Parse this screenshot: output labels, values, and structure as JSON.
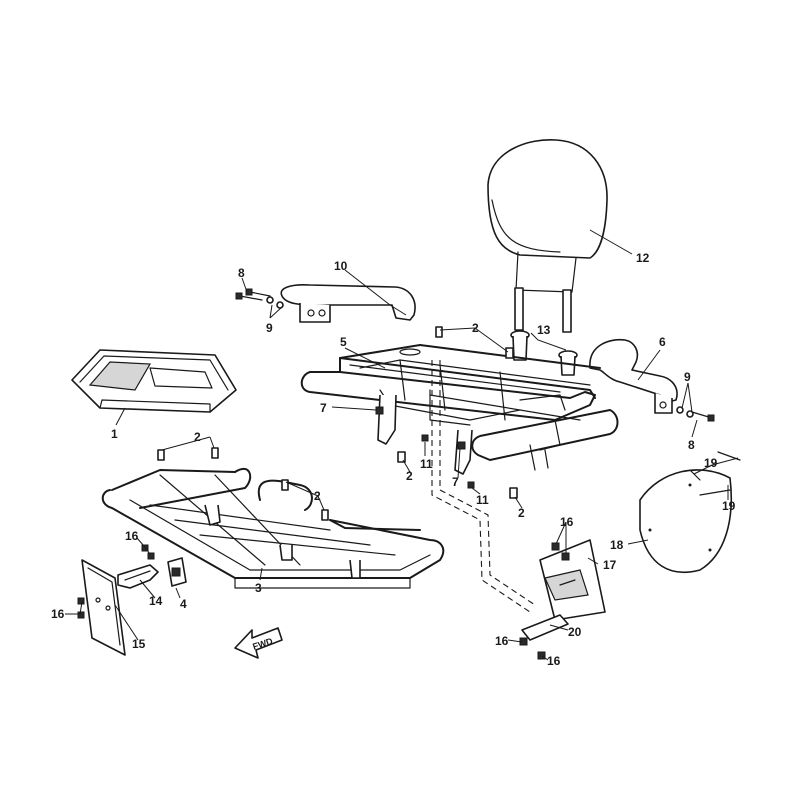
{
  "parts": {
    "p1": "1",
    "p2": "2",
    "p3": "3",
    "p4": "4",
    "p5": "5",
    "p6": "6",
    "p7": "7",
    "p8": "8",
    "p9": "9",
    "p10": "10",
    "p11": "11",
    "p12": "12",
    "p13": "13",
    "p14": "14",
    "p15": "15",
    "p16": "16",
    "p17": "17",
    "p18": "18",
    "p19": "19",
    "p20": "20"
  },
  "direction_badge": "FWD",
  "colors": {
    "line": "#1a1a1a",
    "background": "#ffffff",
    "shade": "#d6d6d6"
  }
}
